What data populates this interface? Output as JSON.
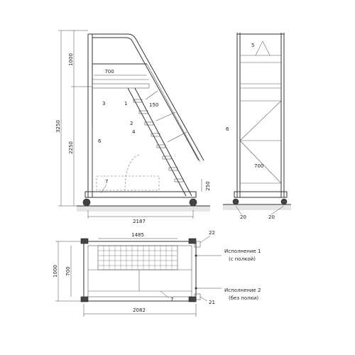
{
  "side_view": {
    "dims": {
      "overall_height": "3250",
      "top_height": "1000",
      "platform_height": "2250",
      "platform_depth": "700",
      "step_width": "150",
      "riser": "250",
      "base_length": "2187"
    },
    "callouts": [
      "3",
      "1",
      "2",
      "4",
      "6",
      "7"
    ]
  },
  "front_view": {
    "callouts": [
      "5",
      "6",
      "20",
      "20"
    ],
    "inner_dim": "700"
  },
  "top_view": {
    "dims": {
      "mesh_width": "1485",
      "overall_width": "1000",
      "inner_width": "700",
      "overall_length": "2082"
    },
    "callouts": [
      "22",
      "7",
      "21"
    ],
    "variant1": {
      "title": "Исполнение 1",
      "subtitle": "(с полкой)"
    },
    "variant2": {
      "title": "Исполнение 2",
      "subtitle": "(без полки)"
    }
  }
}
